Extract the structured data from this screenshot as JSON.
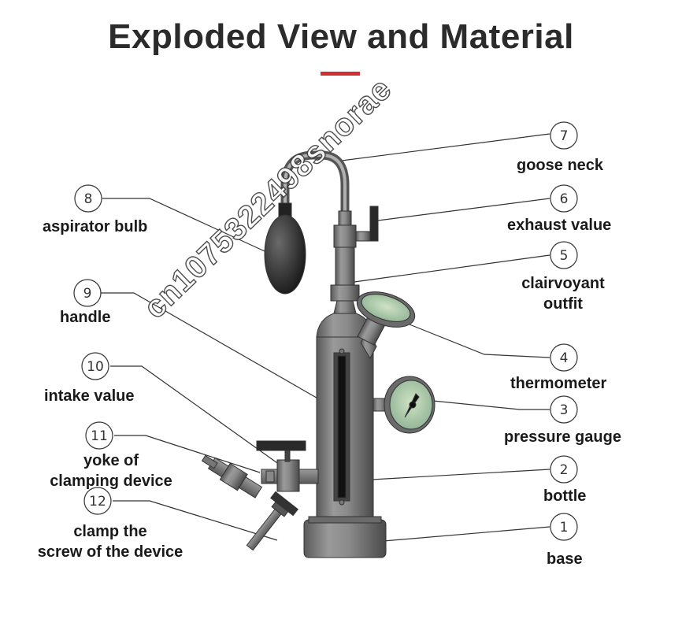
{
  "title": "Exploded View and Material",
  "accent_color": "#d32f2f",
  "parts": [
    {
      "num": "1",
      "label": "base"
    },
    {
      "num": "2",
      "label": "bottle"
    },
    {
      "num": "3",
      "label": "pressure gauge"
    },
    {
      "num": "4",
      "label": "thermometer"
    },
    {
      "num": "5",
      "label_line1": "clairvoyant",
      "label_line2": "outfit"
    },
    {
      "num": "6",
      "label": "exhaust value"
    },
    {
      "num": "7",
      "label": "goose neck"
    },
    {
      "num": "8",
      "label": "aspirator bulb"
    },
    {
      "num": "9",
      "label": "handle"
    },
    {
      "num": "10",
      "label": "intake value"
    },
    {
      "num": "11",
      "label_line1": "yoke of",
      "label_line2": "clamping device"
    },
    {
      "num": "12",
      "label_line1": "clamp the",
      "label_line2": "screw of the device"
    }
  ],
  "watermark": "cn1075322498snorae"
}
